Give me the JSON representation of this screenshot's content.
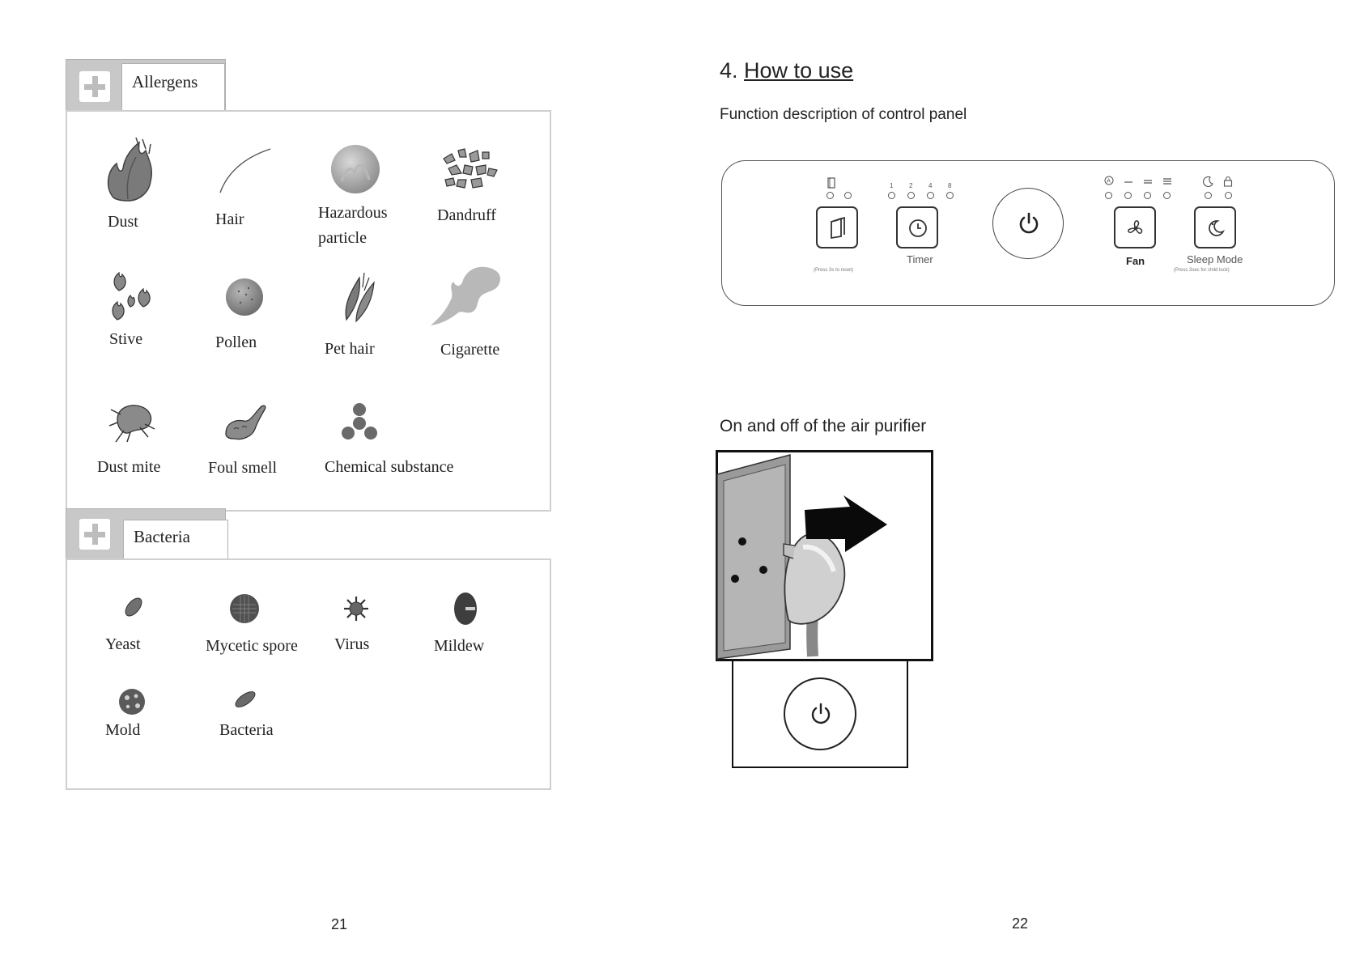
{
  "left_page": {
    "allergens": {
      "title": "Allergens",
      "items": [
        {
          "label": "Dust",
          "icon": "dust-icon"
        },
        {
          "label": "Hair",
          "icon": "hair-icon"
        },
        {
          "label": "Hazardous",
          "label2": "particle",
          "icon": "hazardous-particle-icon"
        },
        {
          "label": "Dandruff",
          "icon": "dandruff-icon"
        },
        {
          "label": "Stive",
          "icon": "stive-icon"
        },
        {
          "label": "Pollen",
          "icon": "pollen-icon"
        },
        {
          "label": "Pet hair",
          "icon": "pet-hair-icon"
        },
        {
          "label": "Cigarette",
          "icon": "cigarette-icon"
        },
        {
          "label": "Dust mite",
          "icon": "dust-mite-icon"
        },
        {
          "label": "Foul smell",
          "icon": "foul-smell-icon"
        },
        {
          "label": "Chemical substance",
          "icon": "chemical-substance-icon"
        }
      ]
    },
    "bacteria": {
      "title": "Bacteria",
      "items": [
        {
          "label": "Yeast",
          "icon": "yeast-icon"
        },
        {
          "label": "Mycetic spore",
          "icon": "mycetic-spore-icon"
        },
        {
          "label": "Virus",
          "icon": "virus-icon"
        },
        {
          "label": "Mildew",
          "icon": "mildew-icon"
        },
        {
          "label": "Mold",
          "icon": "mold-icon"
        },
        {
          "label": "Bacteria",
          "icon": "bacteria-icon"
        }
      ]
    },
    "page_number": "21"
  },
  "right_page": {
    "heading_number": "4.",
    "heading_text": "How to use",
    "subheading": "Function description of control panel",
    "control_panel": {
      "timer_numbers": [
        "1",
        "2",
        "4",
        "8"
      ],
      "filter_note": "(Press 3s to reset)",
      "timer_label": "Timer",
      "fan_label": "Fan",
      "sleep_label": "Sleep Mode",
      "sleep_note": "(Press 3sec for child lock)"
    },
    "onoff_heading": "On and off of the air purifier",
    "page_number": "22"
  }
}
